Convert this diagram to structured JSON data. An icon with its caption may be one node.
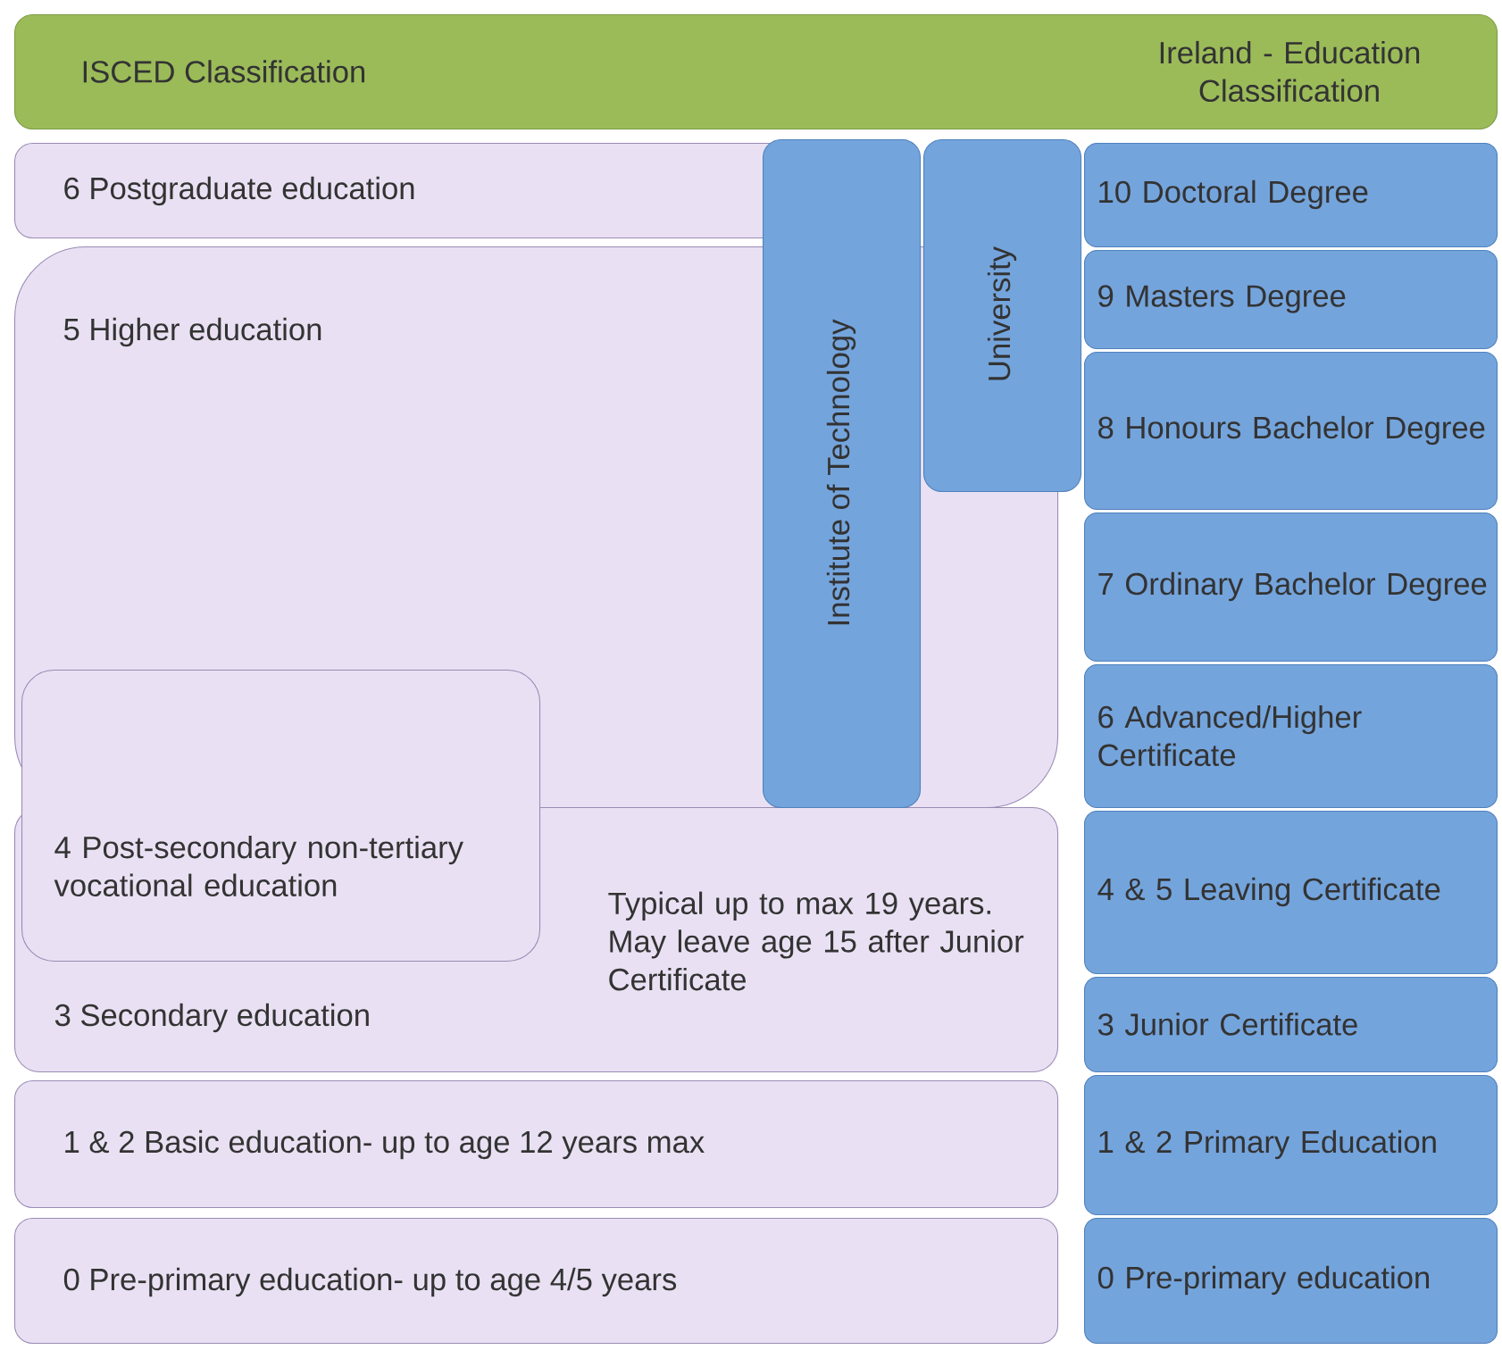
{
  "diagram": {
    "nodes": [
      {
        "text": [
          "ISCED Classification",
          "Ireland - Education Classification"
        ]
      },
      {
        "text": [
          "6 Postgraduate  education"
        ]
      },
      {
        "text": [
          "5 Higher education"
        ]
      },
      {
        "text": [
          "4 Post-secondary non-tertiary vocational education"
        ]
      },
      {
        "text": [
          "3 Secondary education",
          "Typical up to max 19 years. May leave age 15 after Junior Certificate"
        ]
      },
      {
        "text": [
          "1 & 2 Basic education- up to age 12 years max"
        ]
      },
      {
        "text": [
          "0 Pre-primary education- up to age 4/5 years"
        ]
      },
      {
        "text": [
          "Institute of Technology"
        ]
      },
      {
        "text": [
          "University"
        ]
      },
      {
        "text": [
          "10 Doctoral Degree"
        ]
      },
      {
        "text": [
          "9 Masters Degree"
        ]
      },
      {
        "text": [
          "8 Honours Bachelor Degree"
        ]
      },
      {
        "text": [
          "7 Ordinary Bachelor Degree"
        ]
      },
      {
        "text": [
          "6 Advanced/Higher Certificate"
        ]
      },
      {
        "text": [
          "4 & 5 Leaving Certificate"
        ]
      },
      {
        "text": [
          "3 Junior Certificate"
        ]
      },
      {
        "text": [
          "1 & 2 Primary Education"
        ]
      },
      {
        "text": [
          "0 Pre-primary education"
        ]
      }
    ]
  }
}
